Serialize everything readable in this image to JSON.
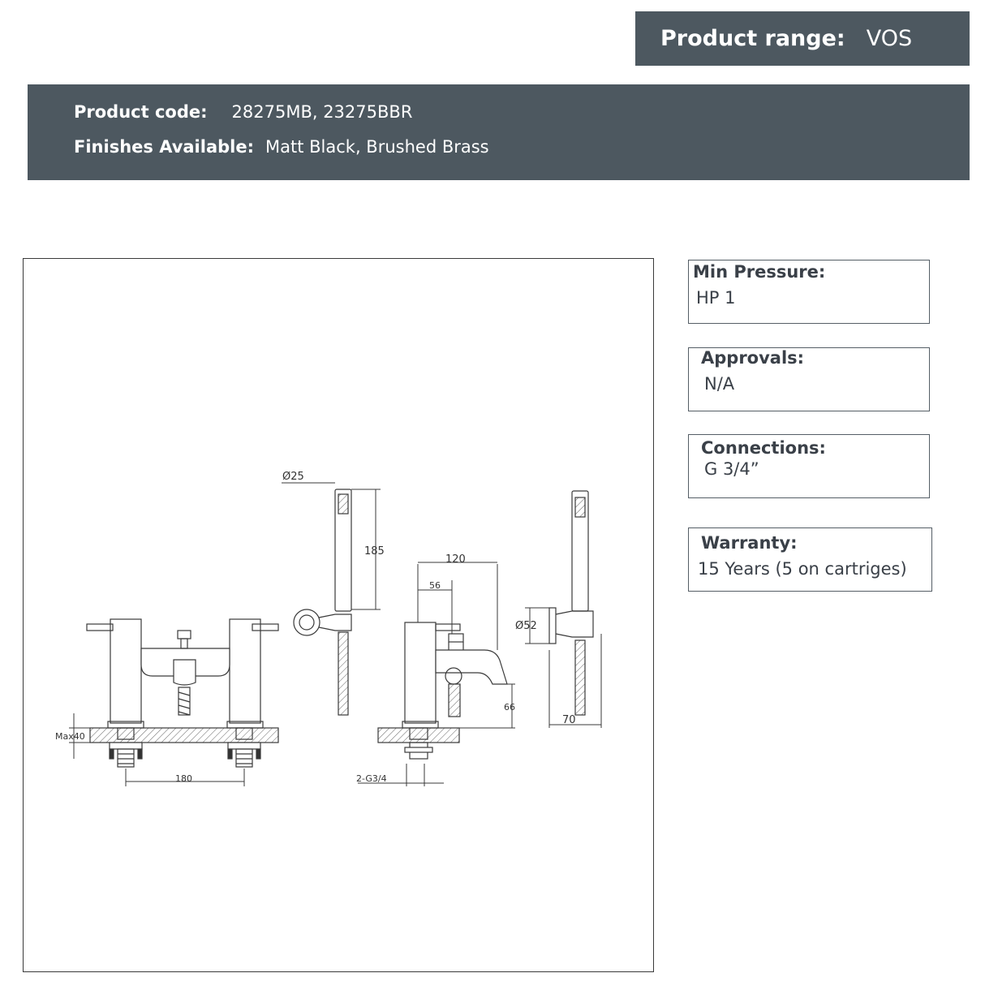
{
  "header": {
    "range_label": "Product range:",
    "range_value": "VOS",
    "code_label": "Product code:",
    "code_value": "28275MB, 23275BBR",
    "finish_label": "Finishes Available:",
    "finish_value": "Matt Black, Brushed Brass"
  },
  "specs": {
    "pressure": {
      "title": "Min Pressure:",
      "value": "HP 1"
    },
    "approvals": {
      "title": "Approvals:",
      "value": "N/A"
    },
    "connections": {
      "title": "Connections:",
      "value": "G 3/4”"
    },
    "warranty": {
      "title": "Warranty:",
      "value": "15 Years (5 on cartriges)"
    }
  },
  "drawing": {
    "dim_handset_dia": "Ø25",
    "dim_handset_len": "185",
    "dim_reach": "120",
    "dim_spout": "56",
    "dim_bracket_dia": "Ø52",
    "dim_bracket_depth": "70",
    "dim_spout_height": "66",
    "dim_max_deck": "Max40",
    "dim_centres": "180",
    "dim_thread": "2-G3/4"
  },
  "colors": {
    "header_bg": "#4d5860",
    "header_text": "#ffffff",
    "line": "#3a3a3a"
  }
}
